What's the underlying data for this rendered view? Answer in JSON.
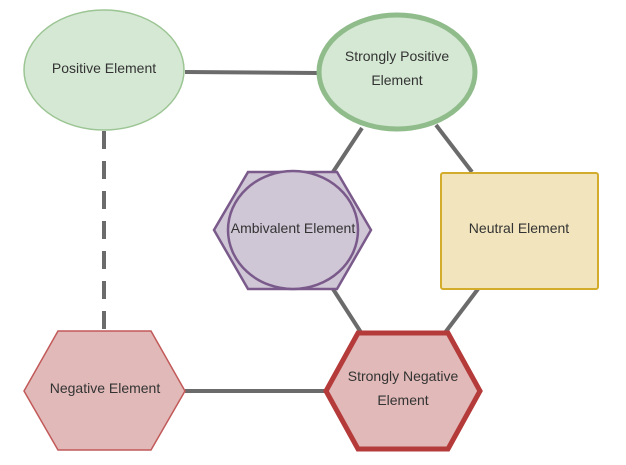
{
  "nodes": {
    "positive": {
      "label": [
        "Positive Element"
      ],
      "fill": "#d5e8d4",
      "stroke": "#9cc594"
    },
    "strongly_positive": {
      "label": [
        "Strongly Positive",
        "Element"
      ],
      "fill": "#d5e8d4",
      "stroke": "#8fbc8a"
    },
    "ambivalent": {
      "label": [
        "Ambivalent Element"
      ],
      "fill": "#cfc6d6",
      "stroke": "#7a5a8a"
    },
    "neutral": {
      "label": [
        "Neutral Element"
      ],
      "fill": "#f2e5bd",
      "stroke": "#d4ac2c"
    },
    "negative": {
      "label": [
        "Negative Element"
      ],
      "fill": "#e0b9b8",
      "stroke": "#c25959"
    },
    "strongly_negative": {
      "label": [
        "Strongly Negative",
        "Element"
      ],
      "fill": "#e0b9b8",
      "stroke": "#b53a3a"
    }
  },
  "connector_color": "#6b6b6b"
}
